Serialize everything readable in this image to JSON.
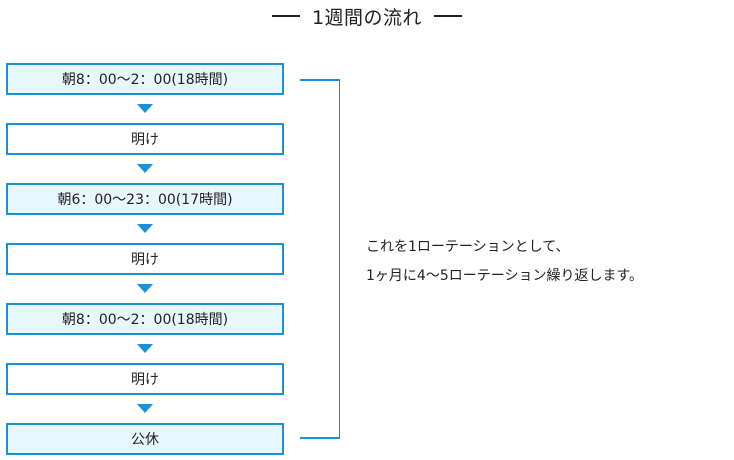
{
  "title": "1週間の流れ",
  "steps": [
    {
      "label": "朝8：00〜2：00(18時間)",
      "style": "shaded"
    },
    {
      "label": "明け",
      "style": "plain"
    },
    {
      "label": "朝6：00〜23：00(17時間)",
      "style": "shaded"
    },
    {
      "label": "明け",
      "style": "plain"
    },
    {
      "label": "朝8：00〜2：00(18時間)",
      "style": "shaded"
    },
    {
      "label": "明け",
      "style": "plain"
    },
    {
      "label": "公休",
      "style": "shaded"
    }
  ],
  "note": {
    "line1": "これを1ローテーションとして、",
    "line2": "1ヶ月に4〜5ローテーション繰り返します。"
  },
  "colors": {
    "accent": "#1a90d6",
    "box_fill": "#e8f6fd",
    "text": "#222222"
  }
}
